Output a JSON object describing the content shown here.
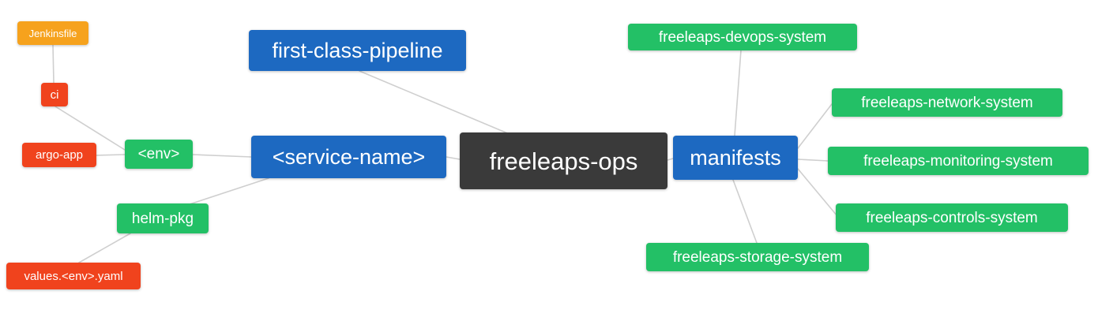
{
  "diagram": {
    "background": "#ffffff",
    "edge_color": "#cfcfcf",
    "colors": {
      "root": "#3a3a3a",
      "primary": "#1d69c1",
      "secondary": "#23c066",
      "leaf_red": "#f0431d",
      "leaf_amber": "#f6a21d"
    },
    "nodes": {
      "root": {
        "label": "freeleaps-ops"
      },
      "first_class_pipeline": {
        "label": "first-class-pipeline"
      },
      "service_name": {
        "label": "<service-name>"
      },
      "manifests": {
        "label": "manifests"
      },
      "env": {
        "label": "<env>"
      },
      "helm_pkg": {
        "label": "helm-pkg"
      },
      "ci": {
        "label": "ci"
      },
      "argo_app": {
        "label": "argo-app"
      },
      "jenkinsfile": {
        "label": "Jenkinsfile"
      },
      "values_env_yaml": {
        "label": "values.<env>.yaml"
      },
      "devops_system": {
        "label": "freeleaps-devops-system"
      },
      "network_system": {
        "label": "freeleaps-network-system"
      },
      "monitoring_system": {
        "label": "freeleaps-monitoring-system"
      },
      "controls_system": {
        "label": "freeleaps-controls-system"
      },
      "storage_system": {
        "label": "freeleaps-storage-system"
      }
    }
  }
}
